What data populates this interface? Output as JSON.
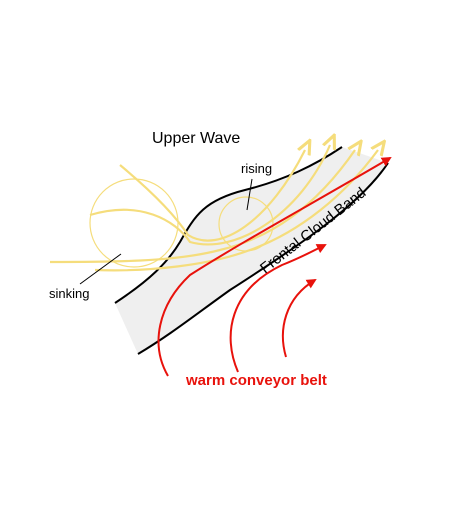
{
  "labels": {
    "upper_wave": "Upper Wave",
    "rising": "rising",
    "sinking": "sinking",
    "frontal_cloud_band": "Frontal Cloud Band",
    "warm_conveyor_belt": "warm conveyor belt"
  },
  "colors": {
    "cloud_band_fill": "#efefef",
    "boundary": "#000000",
    "upper_flow": "#f5dd7c",
    "warm_conveyor_belt": "#e8120c"
  }
}
